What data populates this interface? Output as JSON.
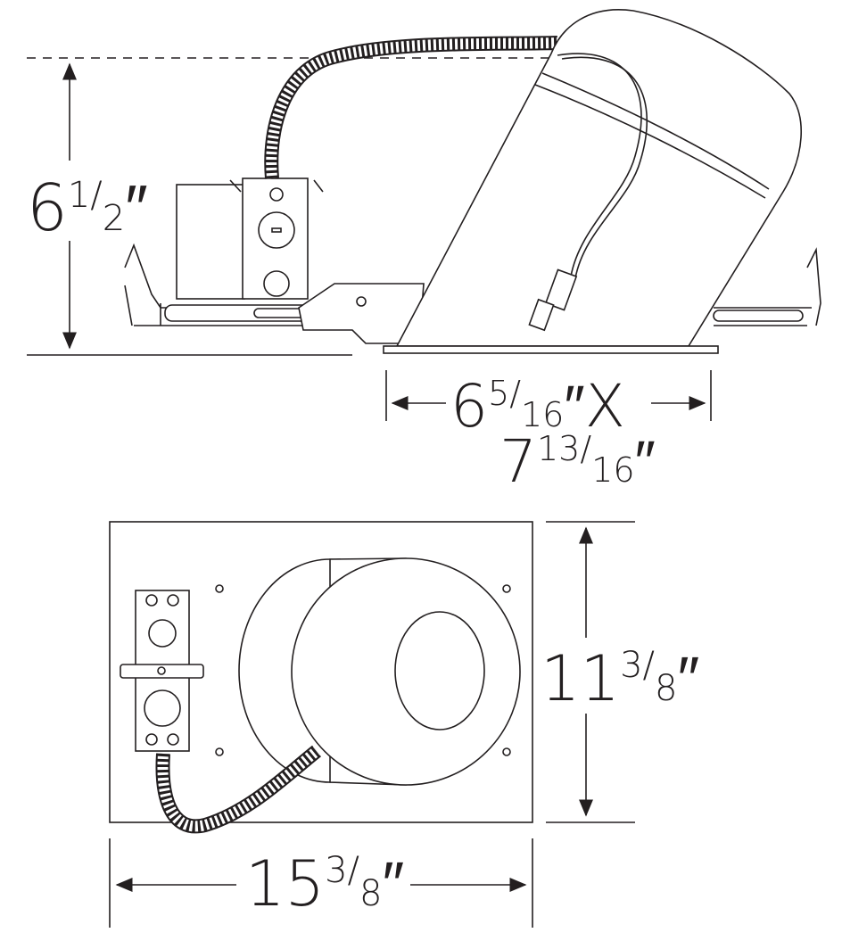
{
  "side_view": {
    "height_dim": {
      "whole": "6",
      "num": "1",
      "den": "2",
      "unit": "″"
    },
    "aperture_dim_1": {
      "whole": "6",
      "num": "5",
      "den": "16",
      "unit": "″",
      "sep": "X"
    },
    "aperture_dim_2": {
      "whole": "7",
      "num": "13",
      "den": "16",
      "unit": "″"
    }
  },
  "plan_view": {
    "depth_dim": {
      "whole": "11",
      "num": "3",
      "den": "8",
      "unit": "″"
    },
    "width_dim": {
      "whole": "15",
      "num": "3",
      "den": "8",
      "unit": "″"
    }
  }
}
